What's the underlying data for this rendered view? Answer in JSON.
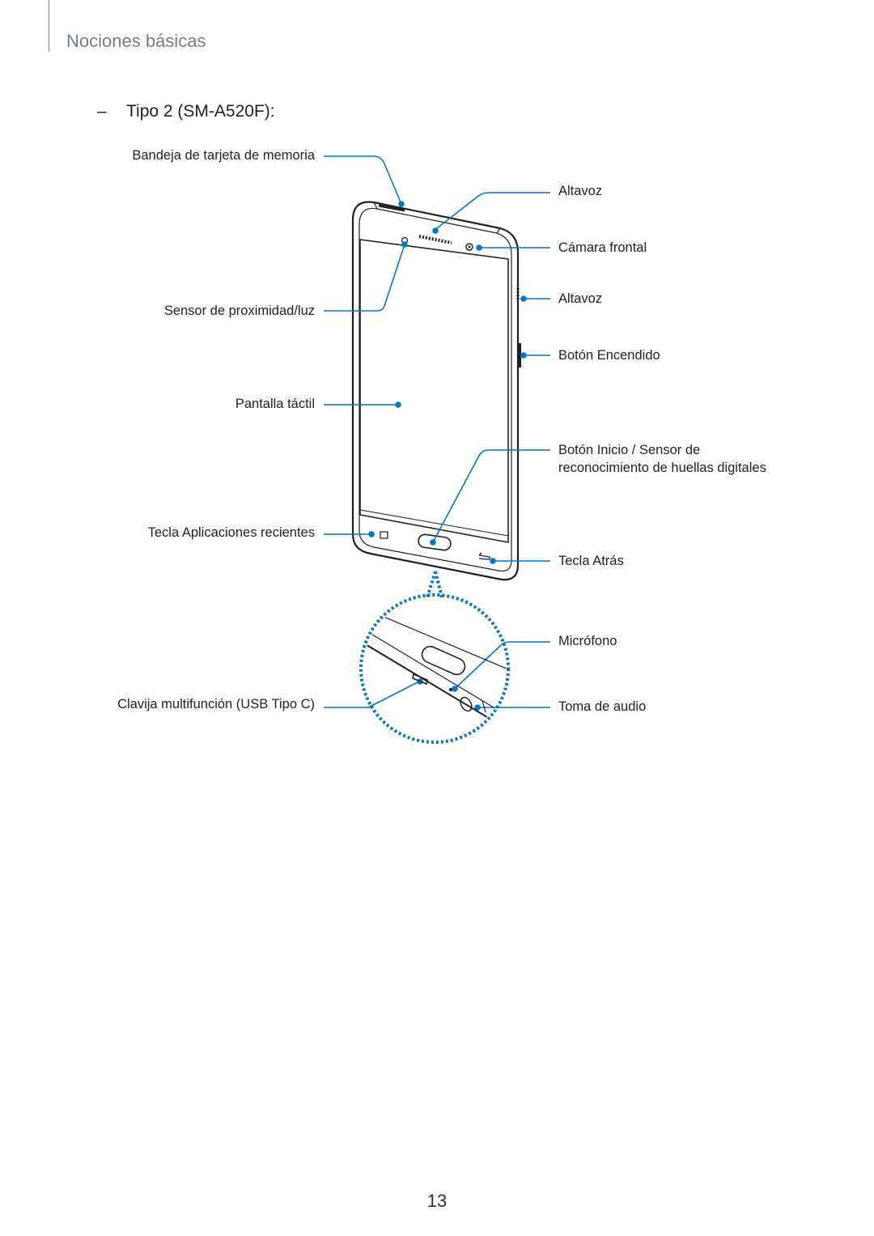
{
  "header": {
    "title": "Nociones básicas"
  },
  "section": {
    "dash": "–",
    "title": "Tipo 2 (SM-A520F):"
  },
  "callouts": {
    "memory_tray": "Bandeja de tarjeta de memoria",
    "speaker_top": "Altavoz",
    "front_camera": "Cámara frontal",
    "proximity_sensor": "Sensor de proximidad/luz",
    "speaker_side": "Altavoz",
    "power_button": "Botón Encendido",
    "touchscreen": "Pantalla táctil",
    "home_button_line1": "Botón Inicio / Sensor de",
    "home_button_line2": "reconocimiento de huellas digitales",
    "recent_apps_key": "Tecla Aplicaciones recientes",
    "back_key": "Tecla Atrás",
    "microphone": "Micrófono",
    "usb_jack": "Clavija multifunción (USB Tipo C)",
    "audio_jack": "Toma de audio"
  },
  "colors": {
    "accent": "#0077c8",
    "header_text": "#6d7e8c",
    "phone_outline": "#231f20"
  },
  "page": {
    "number": "13"
  }
}
